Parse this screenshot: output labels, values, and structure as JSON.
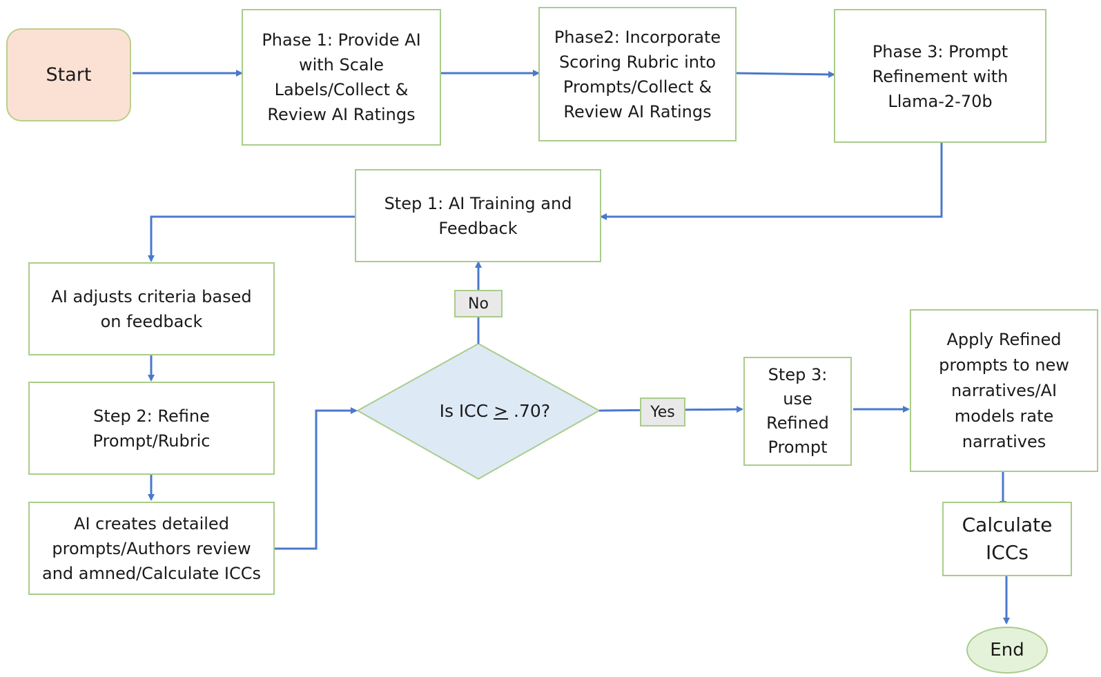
{
  "nodes": {
    "start": "Start",
    "phase1": [
      "Phase 1: Provide AI",
      "with Scale",
      "Labels/Collect &",
      "Review AI Ratings"
    ],
    "phase2": [
      "Phase2: Incorporate",
      "Scoring Rubric into",
      "Prompts/Collect &",
      "Review AI Ratings"
    ],
    "phase3": [
      "Phase 3: Prompt",
      "Refinement with",
      "Llama-2-70b"
    ],
    "step1": [
      "Step 1: AI Training and",
      "Feedback"
    ],
    "ai_adjusts": [
      "AI adjusts criteria based",
      "on feedback"
    ],
    "step2": [
      "Step 2: Refine",
      "Prompt/Rubric"
    ],
    "ai_creates": [
      "AI creates detailed",
      "prompts/Authors review",
      "and amned/Calculate ICCs"
    ],
    "decision": {
      "prefix": "Is ICC ",
      "symbol": ">",
      "suffix": " .70?"
    },
    "step3": [
      "Step 3:",
      "use",
      "Refined",
      "Prompt"
    ],
    "apply": [
      "Apply Refined",
      "prompts to new",
      "narratives/AI",
      "models rate",
      "narratives"
    ],
    "calculate": [
      "Calculate",
      "ICCs"
    ],
    "end": "End"
  },
  "edge_labels": {
    "no": "No",
    "yes": "Yes"
  },
  "colors": {
    "arrow": "#4a78cc",
    "border": "#a9cc8a",
    "start_fill": "#fbe1d3",
    "end_fill": "#e4f2d9",
    "decision_fill": "#dde9f5",
    "label_fill": "#e9e9e9"
  }
}
